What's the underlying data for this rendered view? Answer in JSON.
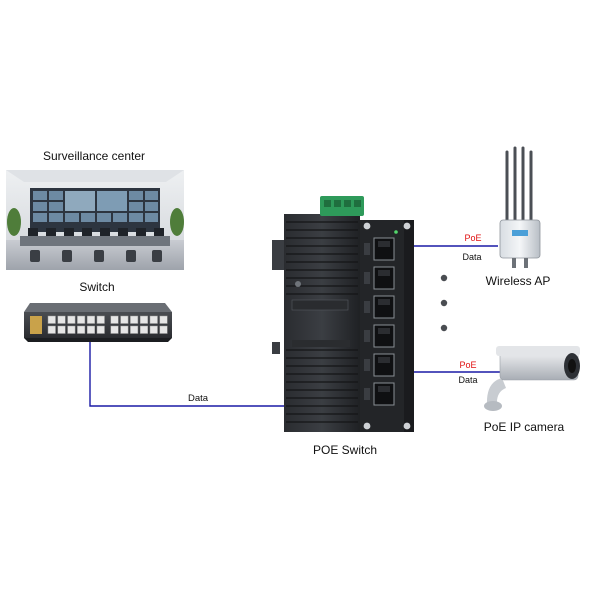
{
  "labels": {
    "surveillance_center": "Surveillance center",
    "switch": "Switch",
    "poe_switch": "POE Switch",
    "wireless_ap": "Wireless AP",
    "poe_ip_camera": "PoE IP camera"
  },
  "links": {
    "uplink_data": "Data",
    "ap_poe": "PoE",
    "ap_data": "Data",
    "camera_poe": "PoE",
    "camera_data": "Data"
  },
  "colors": {
    "link_line": "#1a1aa6",
    "poe_text": "#e01010",
    "label_text": "#111111"
  }
}
